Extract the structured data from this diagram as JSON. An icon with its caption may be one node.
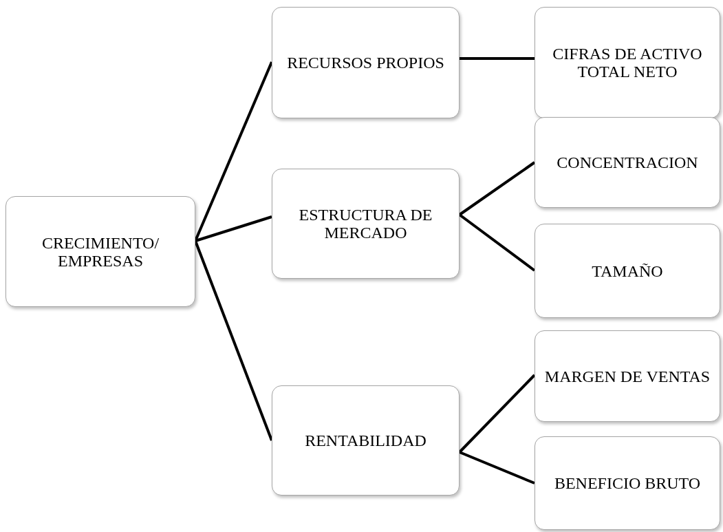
{
  "diagram": {
    "nodes": [
      {
        "text": [
          "CRECIMIENTO/ EMPRESAS"
        ]
      },
      {
        "text": [
          "RECURSOS PROPIOS"
        ]
      },
      {
        "text": [
          "ESTRUCTURA DE MERCADO"
        ]
      },
      {
        "text": [
          "RENTABILIDAD"
        ]
      },
      {
        "text": [
          "CIFRAS DE ACTIVO TOTAL NETO"
        ]
      },
      {
        "text": [
          "CONCENTRACION"
        ]
      },
      {
        "text": [
          "TAMAÑO"
        ]
      },
      {
        "text": [
          "MARGEN DE VENTAS"
        ]
      },
      {
        "text": [
          "BENEFICIO BRUTO"
        ]
      }
    ],
    "edges": [
      {
        "from": 0,
        "to": 1,
        "arrow": "none"
      },
      {
        "from": 0,
        "to": 2,
        "arrow": "none"
      },
      {
        "from": 0,
        "to": 3,
        "arrow": "none"
      },
      {
        "from": 1,
        "to": 4,
        "arrow": "none"
      },
      {
        "from": 2,
        "to": 5,
        "arrow": "none"
      },
      {
        "from": 2,
        "to": 6,
        "arrow": "none"
      },
      {
        "from": 3,
        "to": 7,
        "arrow": "none"
      },
      {
        "from": 3,
        "to": 8,
        "arrow": "none"
      }
    ]
  }
}
